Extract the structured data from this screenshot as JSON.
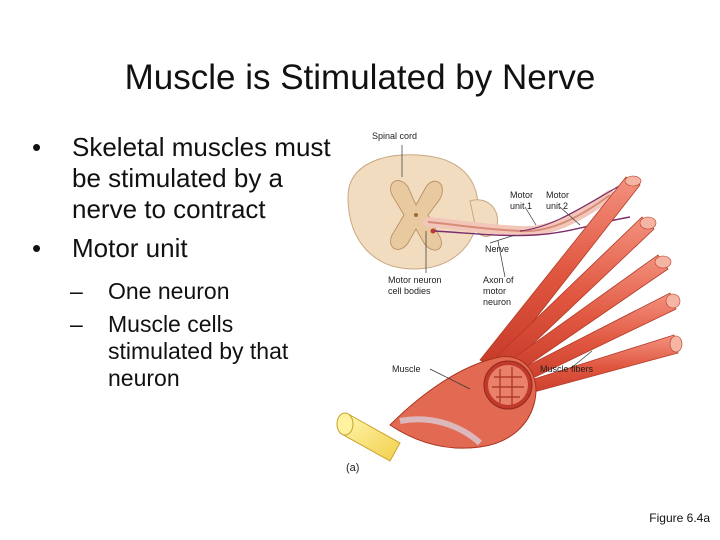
{
  "slide": {
    "title": "Muscle is Stimulated by Nerve",
    "bullets": [
      "Skeletal muscles must be stimulated by a nerve to contract",
      "Motor unit"
    ],
    "sub_bullets": [
      "One neuron",
      "Muscle cells stimulated by that neuron"
    ],
    "figure_caption": "Figure 6.4a"
  },
  "figure": {
    "labels": {
      "spinal_cord": "Spinal cord",
      "motor_unit_1a": "Motor",
      "motor_unit_1b": "unit 1",
      "motor_unit_2a": "Motor",
      "motor_unit_2b": "unit 2",
      "nerve": "Nerve",
      "motor_neuron_a": "Motor neuron",
      "motor_neuron_b": "cell bodies",
      "axon_a": "Axon of",
      "axon_b": "motor",
      "axon_c": "neuron",
      "muscle": "Muscle",
      "muscle_fibers": "Muscle fibers",
      "panel": "(a)"
    }
  }
}
